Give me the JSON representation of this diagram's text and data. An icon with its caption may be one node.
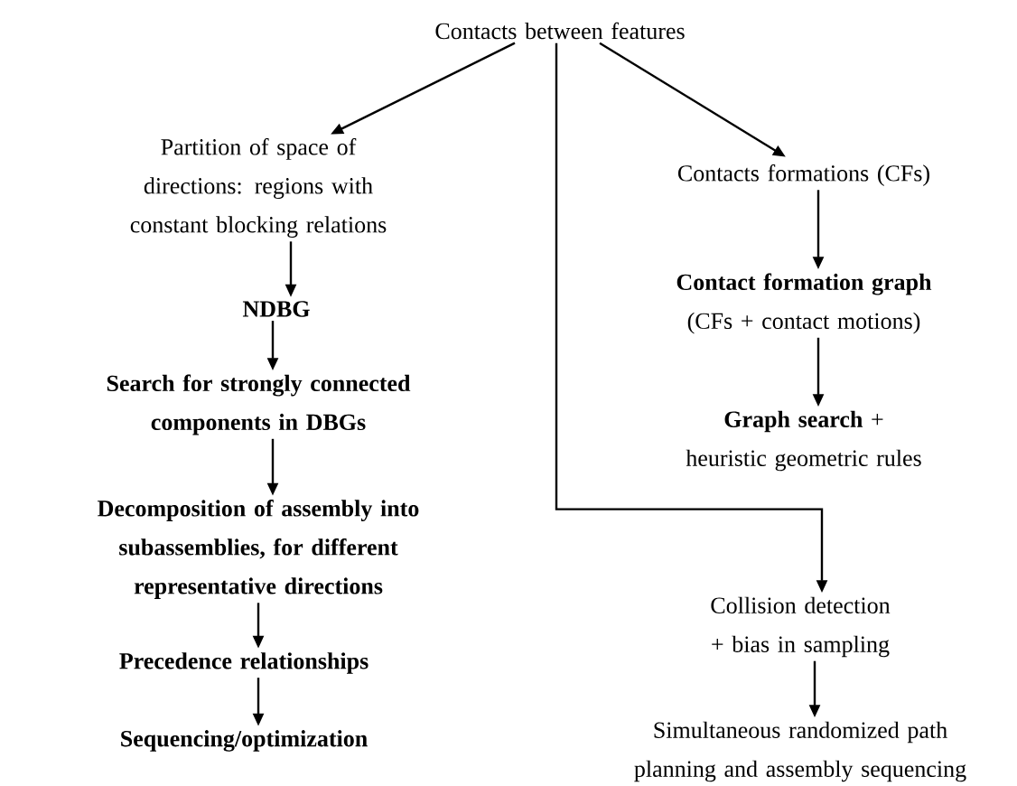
{
  "diagram": {
    "nodes": [
      {
        "text": [
          "Contacts between features"
        ]
      },
      {
        "text": [
          "Partition of space of directions:  regions with constant blocking relations"
        ]
      },
      {
        "text": [
          "NDBG"
        ]
      },
      {
        "text": [
          "Search for strongly connected components in DBGs"
        ]
      },
      {
        "text": [
          "Decomposition of assembly into subassemblies, for different representative directions"
        ]
      },
      {
        "text": [
          "Precedence relationships"
        ]
      },
      {
        "text": [
          "Sequencing/optimization"
        ]
      },
      {
        "text": [
          "Contacts formations (CFs)"
        ]
      },
      {
        "text": [
          "Contact formation graph",
          "(CFs + contact motions)"
        ]
      },
      {
        "text": [
          "**Graph search**     + heuristic geometric rules"
        ]
      },
      {
        "text": [
          "Collision detection + bias in sampling"
        ]
      },
      {
        "text": [
          "Simultaneous randomized path planning and assembly sequencing"
        ]
      }
    ],
    "edges": [
      {
        "from": 0,
        "to": 1,
        "arrow": "to"
      },
      {
        "from": 0,
        "to": 7,
        "arrow": "to"
      },
      {
        "from": 0,
        "to": 10,
        "arrow": "to"
      },
      {
        "from": 1,
        "to": 2,
        "arrow": "to"
      },
      {
        "from": 2,
        "to": 3,
        "arrow": "to"
      },
      {
        "from": 3,
        "to": 4,
        "arrow": "to"
      },
      {
        "from": 4,
        "to": 5,
        "arrow": "to"
      },
      {
        "from": 5,
        "to": 6,
        "arrow": "to"
      },
      {
        "from": 7,
        "to": 8,
        "arrow": "to"
      },
      {
        "from": 8,
        "to": 9,
        "arrow": "to"
      },
      {
        "from": 10,
        "to": 11,
        "arrow": "to"
      }
    ]
  }
}
